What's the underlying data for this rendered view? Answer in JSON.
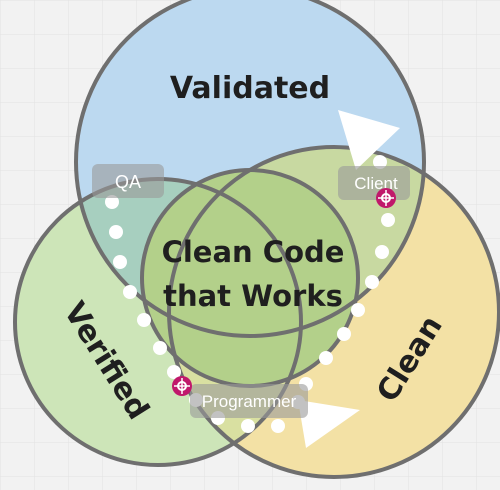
{
  "diagram": {
    "sets": {
      "top": "Validated",
      "left": "Verified",
      "right": "Clean"
    },
    "center": {
      "line1": "Clean Code",
      "line2": "that Works"
    },
    "roles": {
      "qa": "QA",
      "client": "Client",
      "programmer": "Programmer"
    },
    "colors": {
      "background": "#f2f2f2",
      "grid": "#e2e2e2",
      "validated": "#bcd9f0",
      "verified": "#cde5b8",
      "clean": "#f3e1a5",
      "validated_verified": "#a7cfbf",
      "validated_clean": "#c8d9a1",
      "verified_clean": "#d9e0a1",
      "center": "#b3d08a",
      "outline": "#6f6f6f",
      "tag": "#9a9a9a",
      "marker": "#c0186b"
    }
  }
}
